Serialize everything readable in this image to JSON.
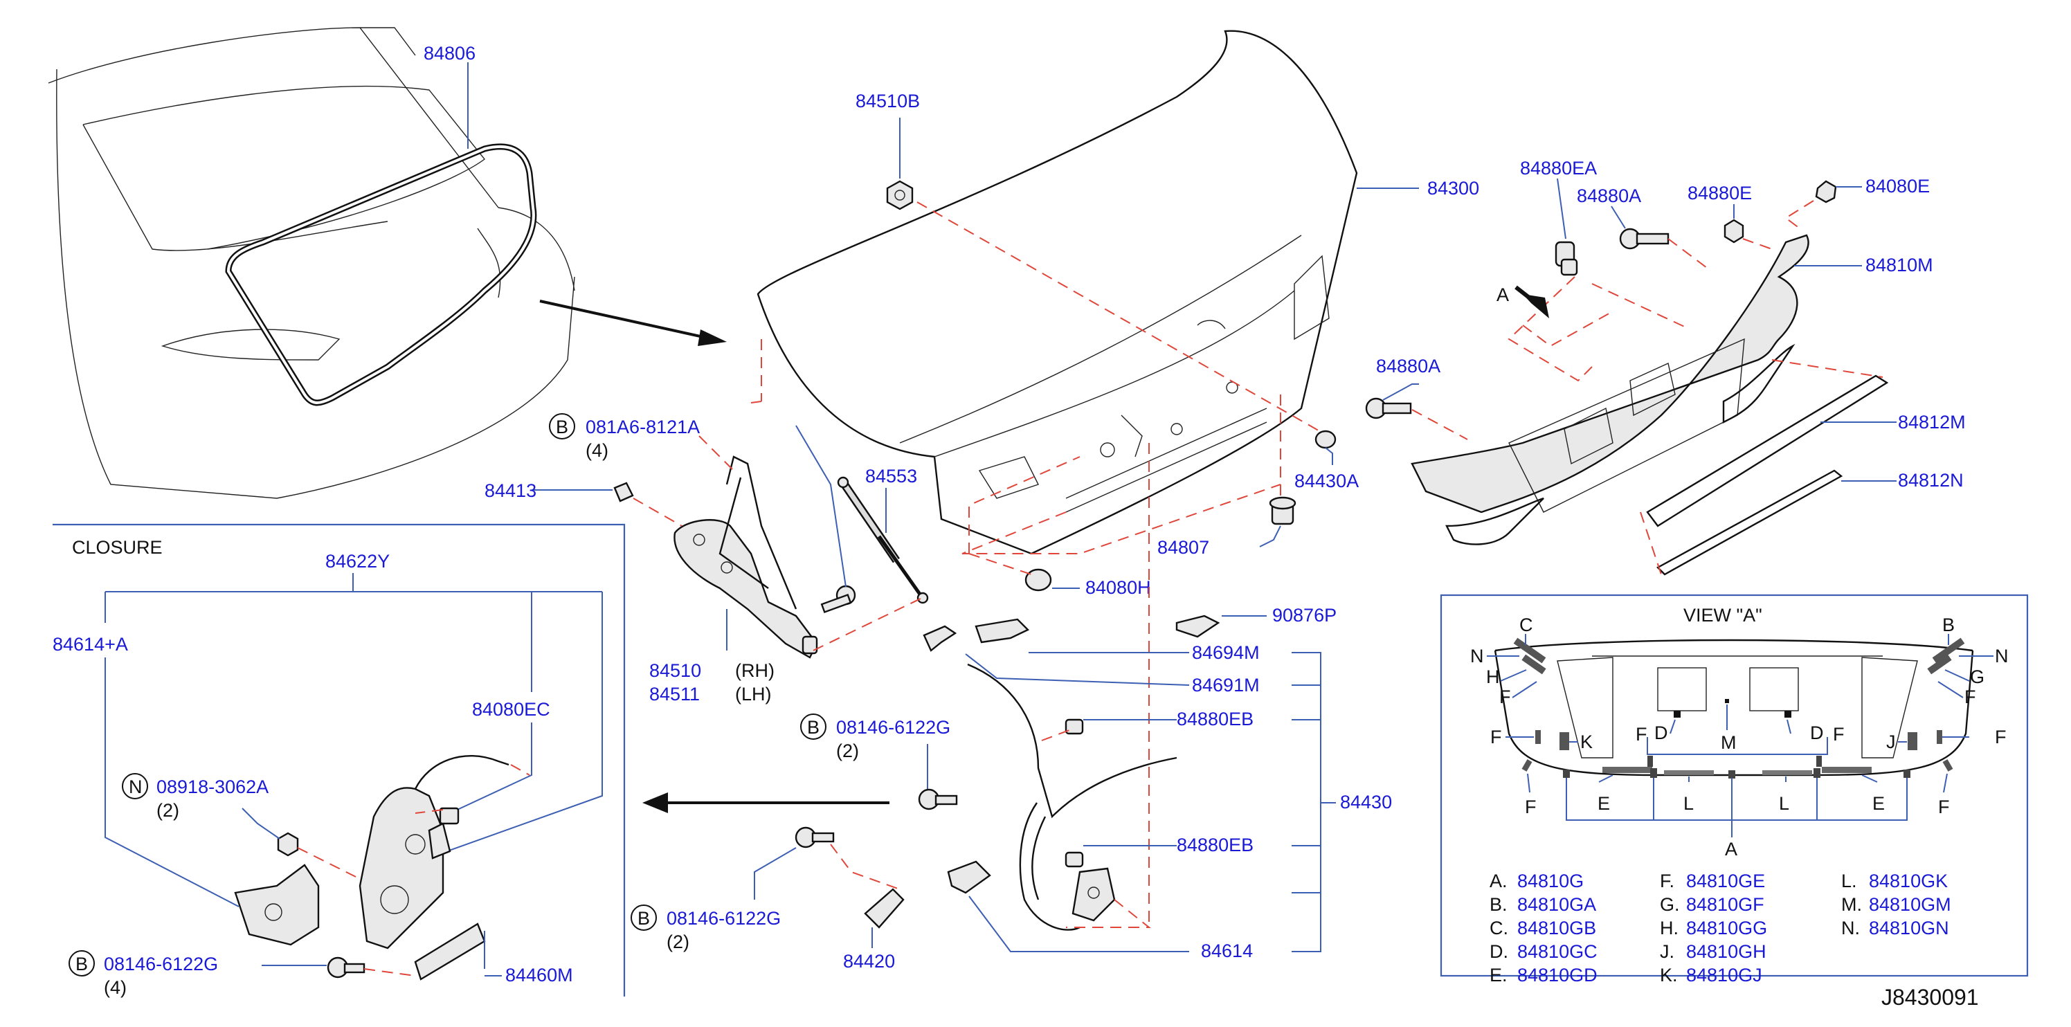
{
  "diagram_id": "J8430091",
  "closure_title": "CLOSURE",
  "view_title": "VIEW   \"A\"",
  "view_arrow_label": "A",
  "labels": {
    "p84806": "84806",
    "p84510B": "84510B",
    "p84300": "84300",
    "p84880EA": "84880EA",
    "p84880A_top": "84880A",
    "p84880E": "84880E",
    "p84080E": "84080E",
    "p84810M": "84810M",
    "p84880A_mid": "84880A",
    "p84812M": "84812M",
    "p84812N": "84812N",
    "p84430A": "84430A",
    "p84807": "84807",
    "p84080H": "84080H",
    "p90876P": "90876P",
    "p84694M": "84694M",
    "p84691M": "84691M",
    "p84880EB_1": "84880EB",
    "p84430": "84430",
    "p84880EB_2": "84880EB",
    "p84614": "84614",
    "p84420": "84420",
    "p84553": "84553",
    "p84413": "84413",
    "p84510": "84510",
    "p84511": "84511",
    "rh": "(RH)",
    "lh": "(LH)",
    "p84622Y": "84622Y",
    "p84614A": "84614+A",
    "p84080EC": "84080EC",
    "p84460M": "84460M",
    "b1_code": "081A6-8121A",
    "b1_qty": "(4)",
    "b2_code": "08146-6122G",
    "b2_qty": "(2)",
    "b3_code": "08146-6122G",
    "b3_qty": "(2)",
    "b4_code": "08146-6122G",
    "b4_qty": "(4)",
    "n1_code": "08918-3062A",
    "n1_qty": "(2)",
    "circle_b": "B",
    "circle_n": "N"
  },
  "view_letters": {
    "C": "C",
    "B": "B",
    "N": "N",
    "H": "H",
    "G": "G",
    "F": "F",
    "K": "K",
    "J": "J",
    "D": "D",
    "M": "M",
    "E": "E",
    "L": "L",
    "A": "A"
  },
  "legend": [
    {
      "key": "A.",
      "part": "84810G"
    },
    {
      "key": "B.",
      "part": "84810GA"
    },
    {
      "key": "C.",
      "part": "84810GB"
    },
    {
      "key": "D.",
      "part": "84810GC"
    },
    {
      "key": "E.",
      "part": "84810GD"
    },
    {
      "key": "F.",
      "part": "84810GE"
    },
    {
      "key": "G.",
      "part": "84810GF"
    },
    {
      "key": "H.",
      "part": "84810GG"
    },
    {
      "key": "J.",
      "part": "84810GH"
    },
    {
      "key": "K.",
      "part": "84810GJ"
    },
    {
      "key": "L.",
      "part": "84810GK"
    },
    {
      "key": "M.",
      "part": "84810GM"
    },
    {
      "key": "N.",
      "part": "84810GN"
    }
  ]
}
